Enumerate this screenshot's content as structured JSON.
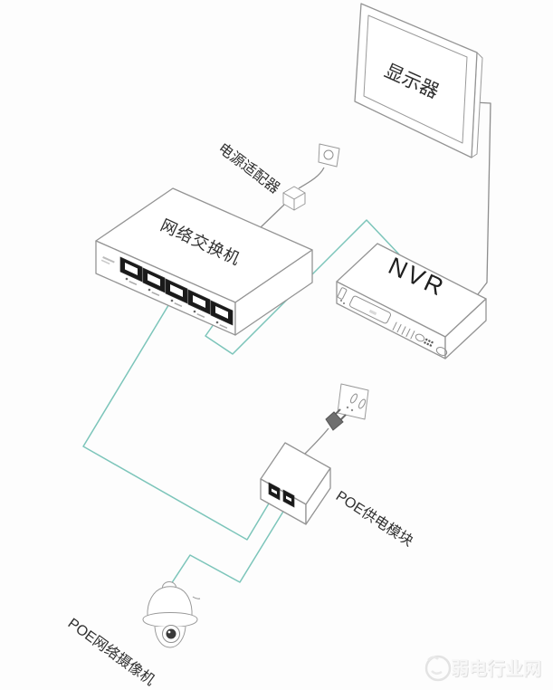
{
  "nodes": {
    "monitor": {
      "label": "显示器"
    },
    "power_adapter": {
      "label": "电源适配器"
    },
    "switch": {
      "label": "网络交换机",
      "ports_visible": 5
    },
    "nvr": {
      "label": "NVR"
    },
    "poe_module": {
      "label": "POE供电模块",
      "ports_visible": 2
    },
    "camera": {
      "label": "POE网络摄像机"
    }
  },
  "watermark": {
    "text": "弱电行业网"
  },
  "colors": {
    "background": "#fdfdfd",
    "data_cable_teal": "#7cc5ba",
    "power_cable_gray": "#8d8d8d",
    "device_outline": "#949494",
    "port_fill": "#1a1a1a",
    "label_text": "#2f2f2f"
  },
  "connections": [
    {
      "from": "monitor",
      "to": "nvr",
      "type": "video-cable",
      "color": "#8d8d8d"
    },
    {
      "from": "wall-outlet-top",
      "to": "power_adapter",
      "type": "power-cord",
      "color": "#8d8d8d"
    },
    {
      "from": "power_adapter",
      "to": "switch",
      "type": "power-cord",
      "color": "#8d8d8d"
    },
    {
      "from": "switch",
      "to": "nvr",
      "type": "ethernet",
      "color": "#7cc5ba"
    },
    {
      "from": "switch",
      "to": "poe_module",
      "type": "ethernet",
      "color": "#7cc5ba"
    },
    {
      "from": "wall-outlet-bottom",
      "to": "poe_module",
      "type": "power-plug",
      "color": "#8d8d8d"
    },
    {
      "from": "poe_module",
      "to": "camera",
      "type": "poe-ethernet",
      "color": "#7cc5ba"
    }
  ]
}
